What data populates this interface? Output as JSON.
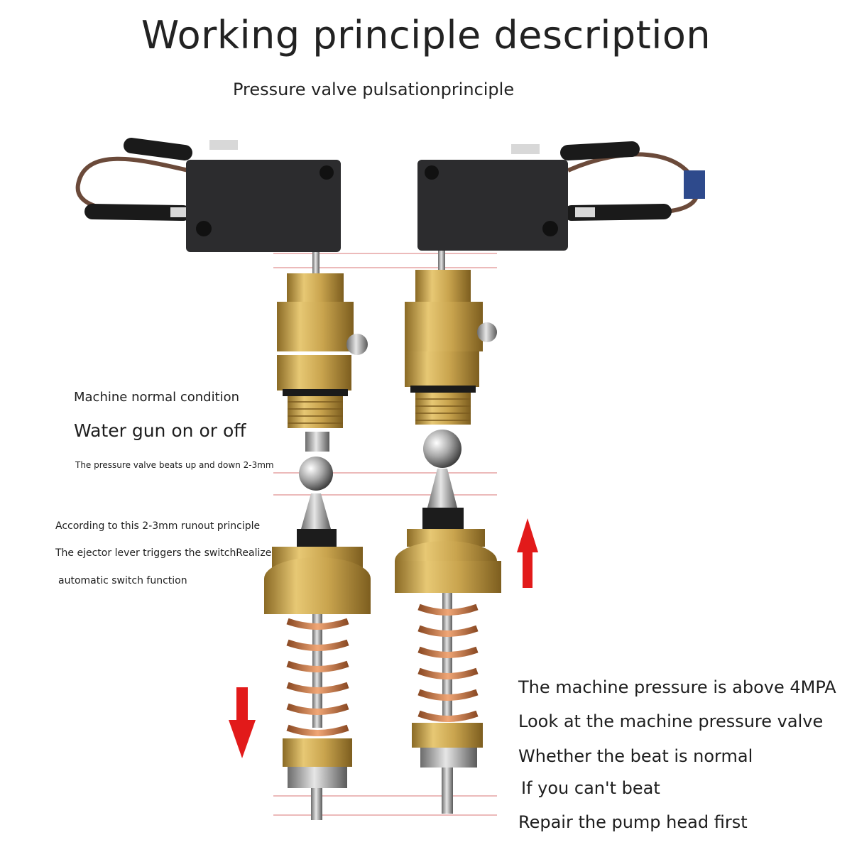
{
  "title": "Working principle description",
  "subtitle": "Pressure valve pulsationprinciple",
  "left_labels": {
    "condition": "Machine normal condition",
    "water_gun": "Water gun on or off",
    "beat_range": "The pressure valve beats up and down 2-3mm",
    "principle_1": "According to this 2-3mm runout principle",
    "principle_2": "The ejector lever triggers the switchRealize",
    "principle_3": "automatic switch function"
  },
  "right_labels": [
    "The machine pressure is above 4MPA",
    "Look at the machine pressure valve",
    "Whether the beat is normal",
    "If you can't beat",
    "Repair the pump head first"
  ],
  "colors": {
    "arrow": "#e21a1a",
    "guide_line": "#e6a3a3",
    "brass": "#c9a44e",
    "copper_spring": "#c87a4e",
    "switch_body": "#2c2c2e"
  }
}
